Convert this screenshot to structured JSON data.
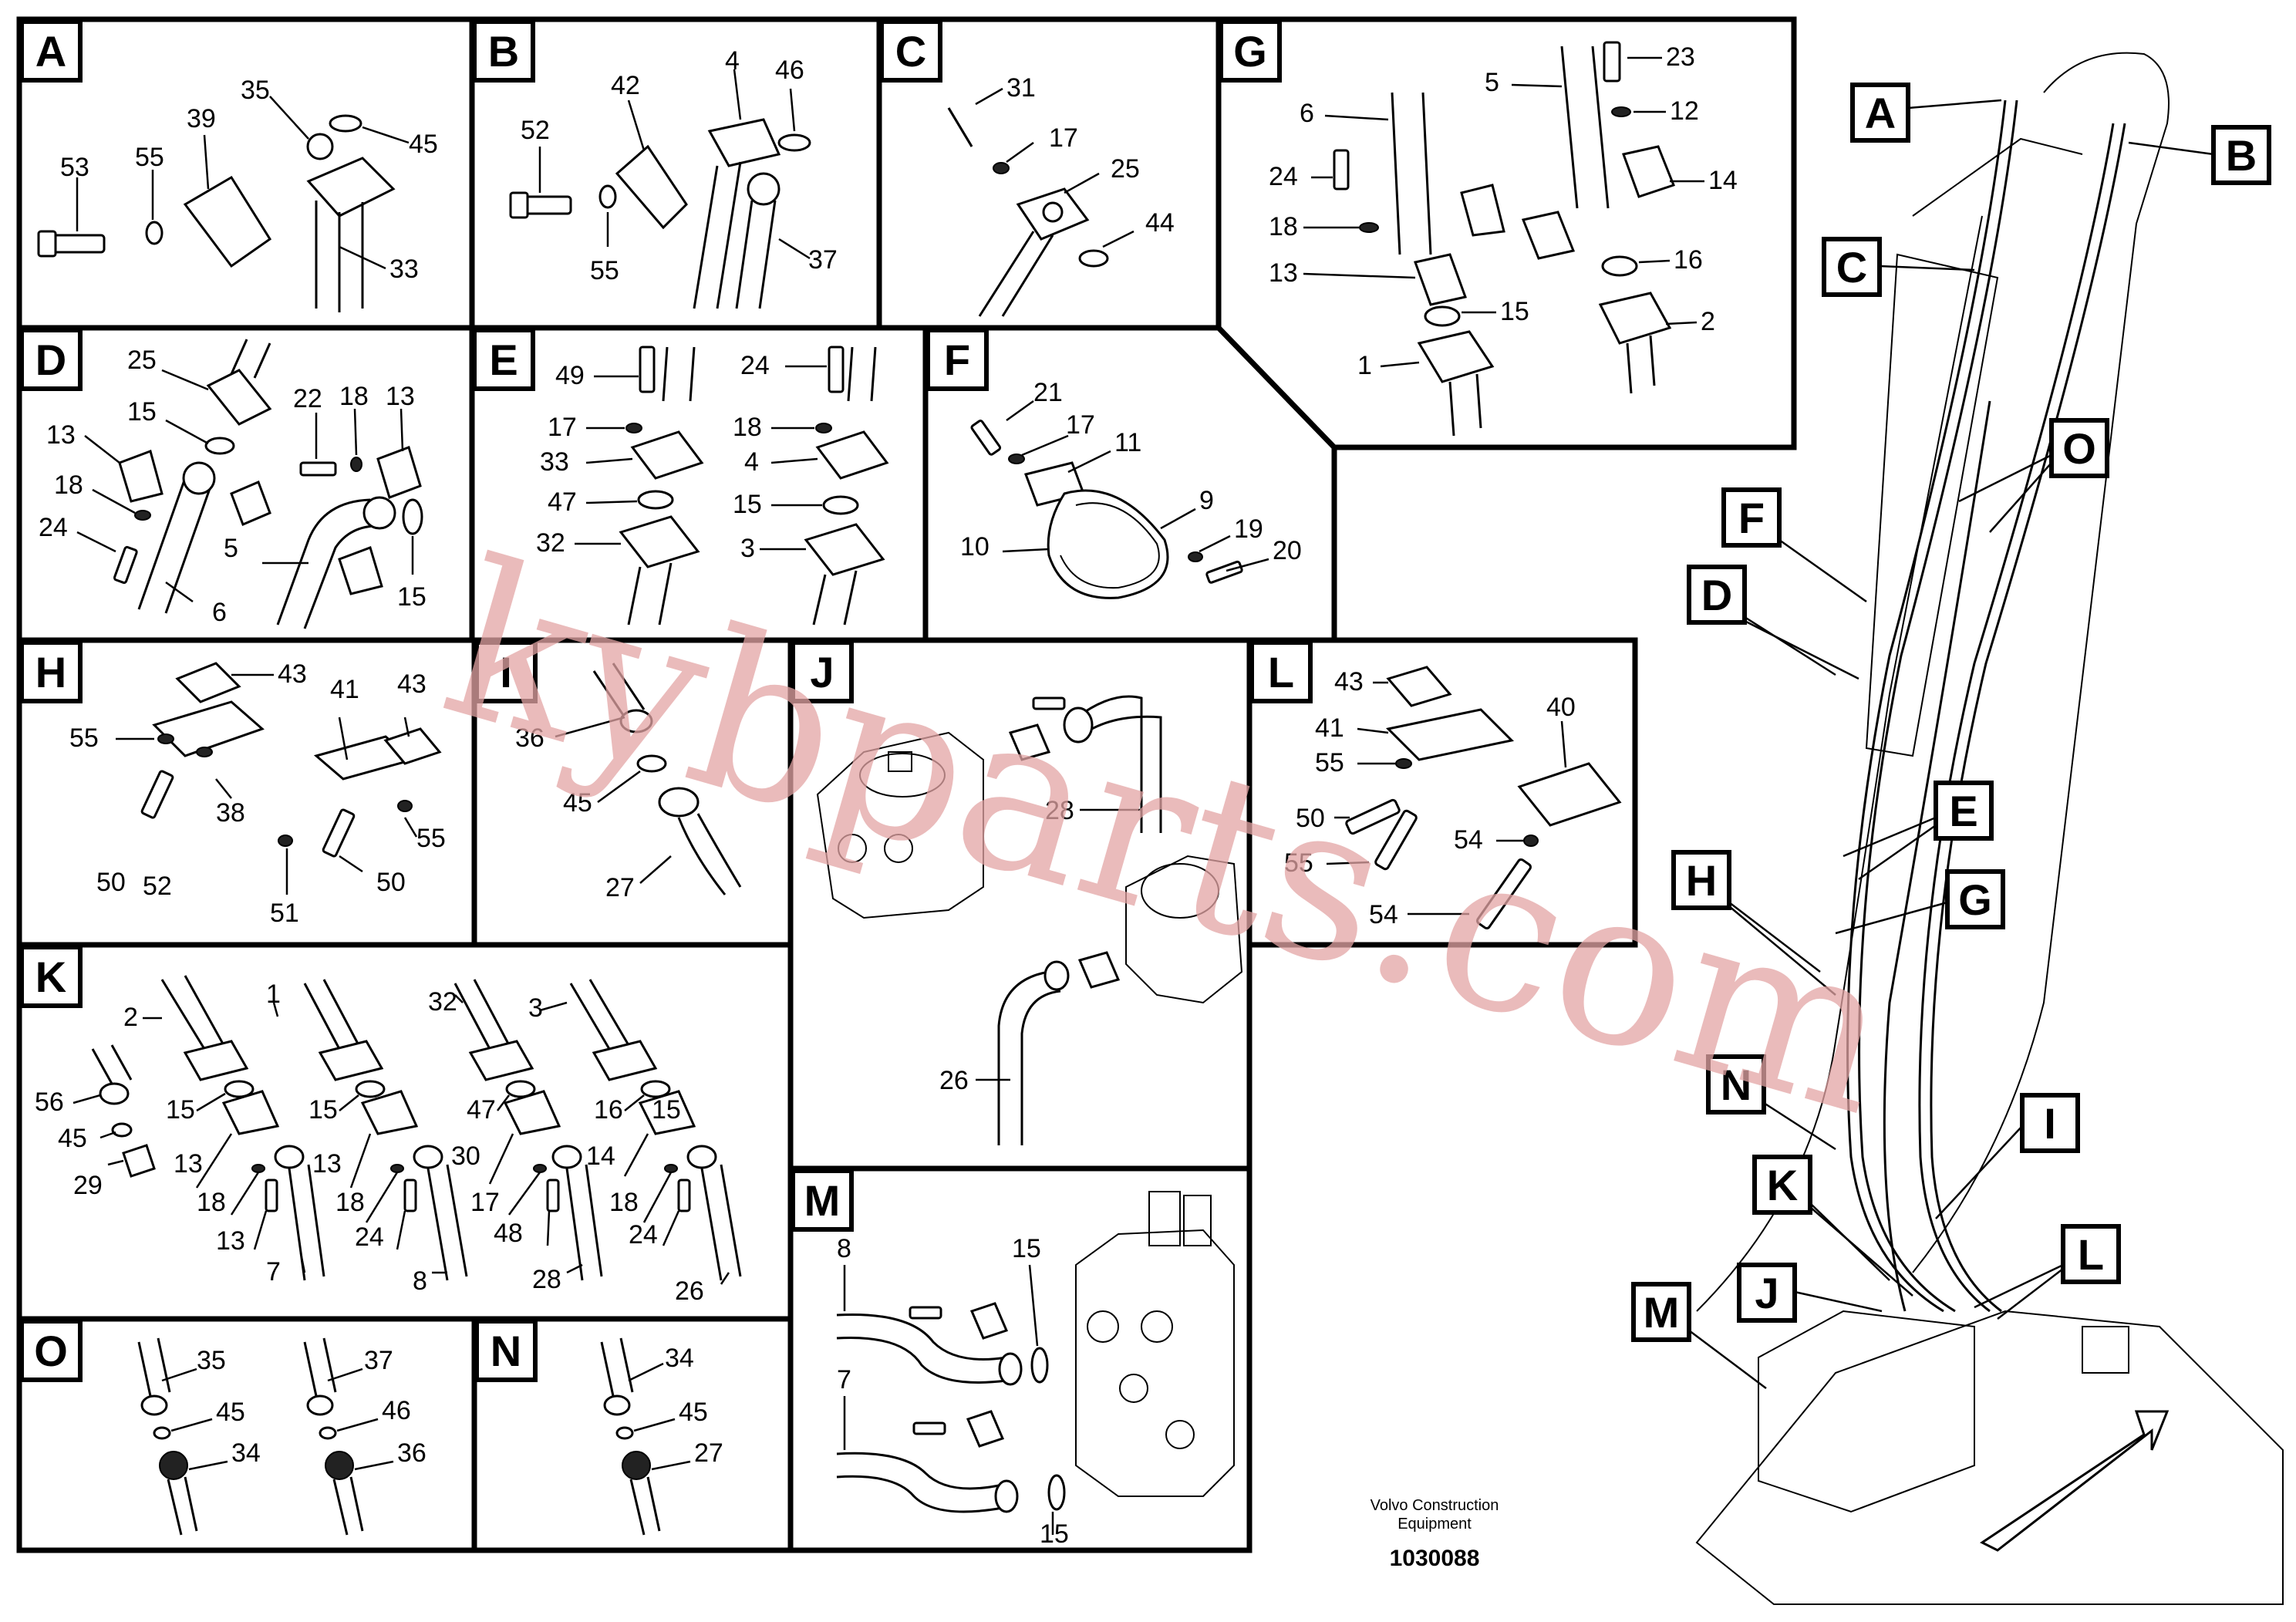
{
  "panels": [
    {
      "letter": "A",
      "numbers": [
        "53",
        "55",
        "39",
        "35",
        "45",
        "33"
      ]
    },
    {
      "letter": "B",
      "numbers": [
        "52",
        "42",
        "4",
        "46",
        "55",
        "37"
      ]
    },
    {
      "letter": "C",
      "numbers": [
        "31",
        "17",
        "25",
        "44"
      ]
    },
    {
      "letter": "G",
      "numbers": [
        "6",
        "5",
        "23",
        "12",
        "24",
        "14",
        "18",
        "16",
        "13",
        "15",
        "2",
        "1"
      ]
    },
    {
      "letter": "D",
      "numbers": [
        "25",
        "22",
        "18",
        "13",
        "15",
        "13",
        "18",
        "24",
        "5",
        "6",
        "15"
      ]
    },
    {
      "letter": "E",
      "numbers": [
        "49",
        "24",
        "17",
        "18",
        "33",
        "4",
        "47",
        "15",
        "32",
        "3"
      ]
    },
    {
      "letter": "F",
      "numbers": [
        "21",
        "17",
        "11",
        "9",
        "19",
        "20",
        "10"
      ]
    },
    {
      "letter": "H",
      "numbers": [
        "43",
        "41",
        "43",
        "55",
        "38",
        "55",
        "50",
        "52",
        "51",
        "50"
      ]
    },
    {
      "letter": "I",
      "numbers": [
        "36",
        "45",
        "27"
      ]
    },
    {
      "letter": "J",
      "numbers": [
        "28",
        "26"
      ]
    },
    {
      "letter": "L",
      "numbers": [
        "43",
        "40",
        "41",
        "55",
        "50",
        "54",
        "55",
        "54"
      ]
    },
    {
      "letter": "K",
      "numbers": [
        "2",
        "1",
        "32",
        "3",
        "56",
        "15",
        "15",
        "47",
        "16",
        "15",
        "45",
        "13",
        "13",
        "30",
        "14",
        "29",
        "18",
        "18",
        "17",
        "18",
        "13",
        "24",
        "48",
        "24",
        "7",
        "8",
        "28",
        "26"
      ]
    },
    {
      "letter": "M",
      "numbers": [
        "8",
        "15",
        "7",
        "15"
      ]
    },
    {
      "letter": "O",
      "numbers": [
        "35",
        "37",
        "45",
        "46",
        "34",
        "36"
      ]
    },
    {
      "letter": "N",
      "numbers": [
        "34",
        "45",
        "27"
      ]
    }
  ],
  "overview_tags": [
    "A",
    "B",
    "C",
    "O",
    "F",
    "D",
    "E",
    "H",
    "G",
    "N",
    "I",
    "K",
    "L",
    "J",
    "M"
  ],
  "credit_line1": "Volvo Construction",
  "credit_line2": "Equipment",
  "doc_number": "1030088",
  "watermark": "kybparts.com"
}
